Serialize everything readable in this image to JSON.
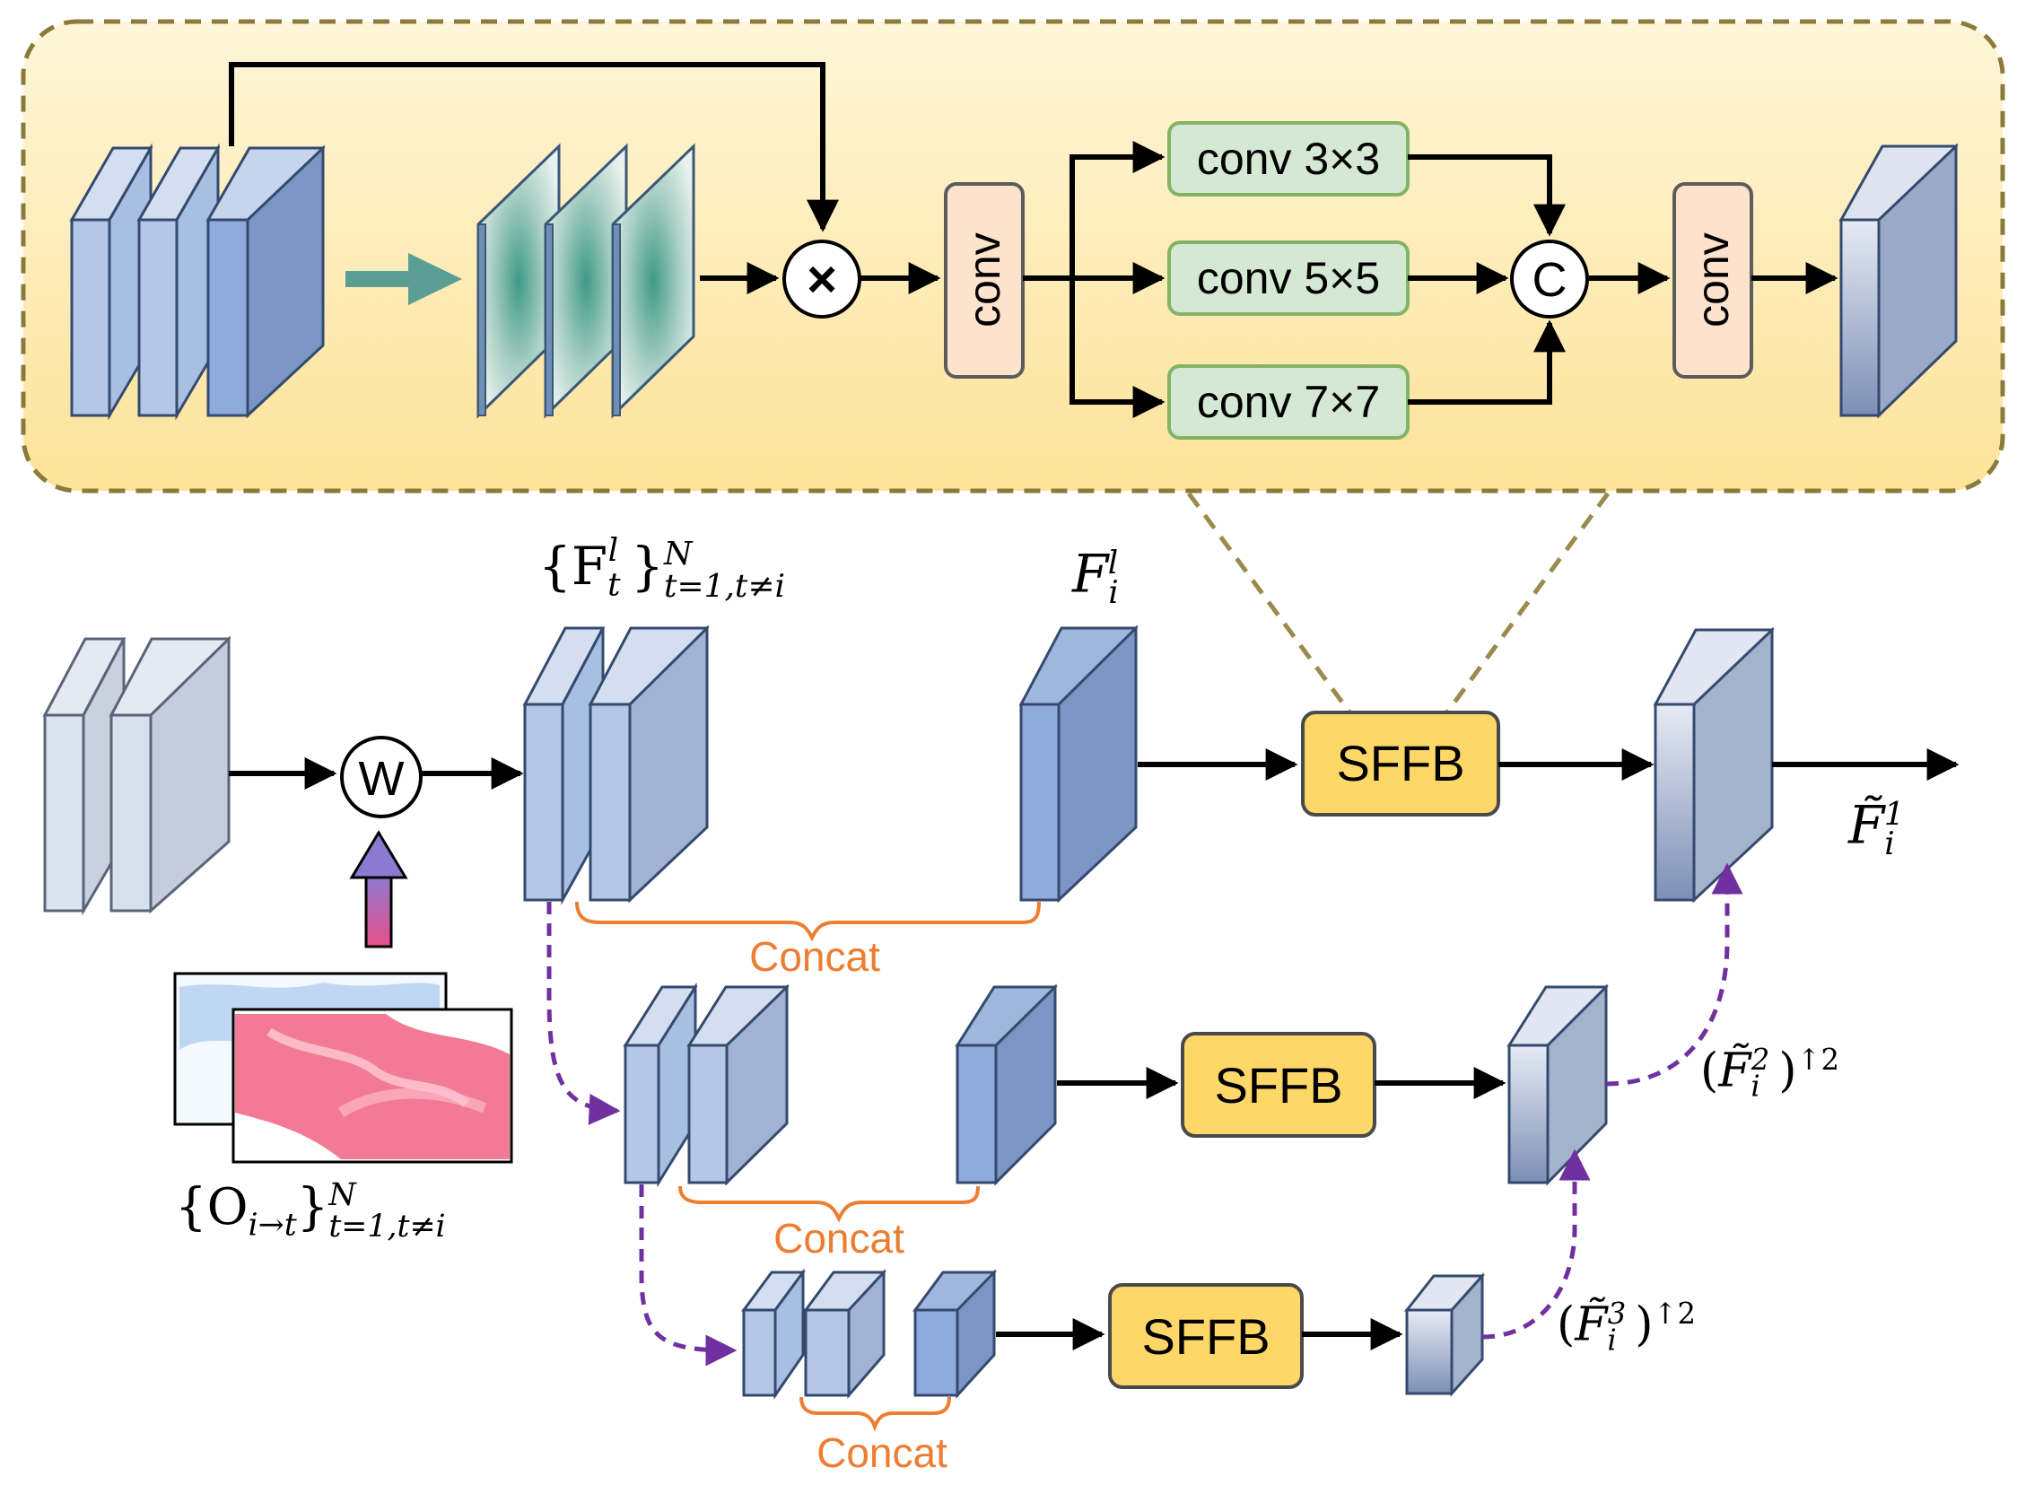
{
  "sffb_detail": {
    "conv_left": "conv",
    "conv_right": "conv",
    "conv3": "conv 3×3",
    "conv5": "conv 5×5",
    "conv7": "conv 7×7",
    "multiply_symbol": "×",
    "concat_symbol": "C"
  },
  "main": {
    "warp_symbol": "W",
    "sffb_label": "SFFB",
    "concat_label": "Concat",
    "label_Ft": {
      "base": "{F",
      "sub": "t",
      "sup": "l",
      "close": "}",
      "range_sup": "N",
      "range_sub": "t=1,t≠i"
    },
    "label_Fi": {
      "base": "F",
      "sub": "i",
      "sup": "l"
    },
    "label_Fout1": {
      "base": "F̃",
      "sub": "i",
      "sup": "1"
    },
    "label_Fout2": {
      "open": "(",
      "base": "F̃",
      "sub": "i",
      "sup": "2",
      "close": ")",
      "up": "↑2"
    },
    "label_Fout3": {
      "open": "(",
      "base": "F̃",
      "sub": "i",
      "sup": "3",
      "close": ")",
      "up": "↑2"
    },
    "label_O": {
      "base": "{O",
      "sub": "i→t",
      "close": "}",
      "range_sup": "N",
      "range_sub": "t=1,t≠i"
    }
  },
  "colors": {
    "panel_fill": "#fde9a3",
    "panel_border": "#8b7a3a",
    "block_light": "#b4c7e7",
    "block_dark": "#8faadc",
    "sffb_fill": "#fed769",
    "conv_fill": "#fde3cc",
    "kernel_fill": "#d5e8d4",
    "kernel_border": "#82b366",
    "concat_orange": "#ed7d31",
    "purple": "#7030a0",
    "teal": "#5a9e94"
  }
}
